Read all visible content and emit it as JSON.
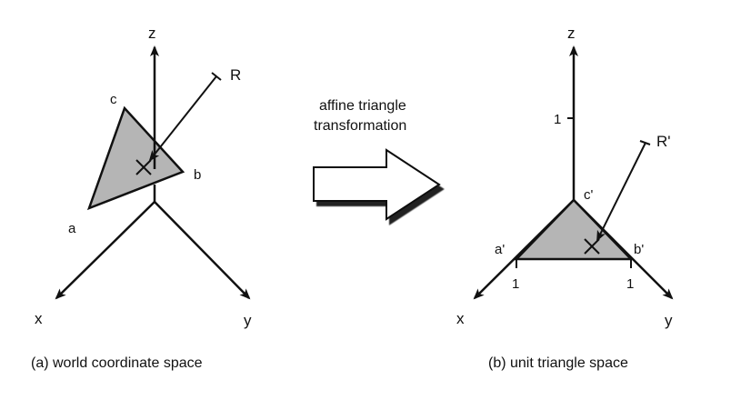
{
  "left_diagram": {
    "axes": {
      "x": "x",
      "y": "y",
      "z": "z"
    },
    "vertices": {
      "a": "a",
      "b": "b",
      "c": "c"
    },
    "ray_label": "R",
    "caption": "(a) world coordinate space"
  },
  "transform": {
    "line1": "affine triangle",
    "line2": "transformation"
  },
  "right_diagram": {
    "axes": {
      "x": "x",
      "y": "y",
      "z": "z"
    },
    "vertices": {
      "a": "a'",
      "b": "b'",
      "c": "c'"
    },
    "ticks": {
      "x": "1",
      "y": "1",
      "z": "1"
    },
    "ray_label": "R'",
    "caption": "(b) unit triangle space"
  },
  "colors": {
    "triangle_fill": "#b5b5b5",
    "stroke": "#111111"
  }
}
